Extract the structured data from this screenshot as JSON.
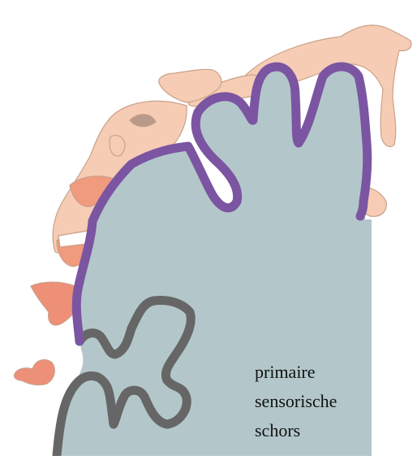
{
  "label": {
    "lines": [
      "primaire",
      "sensorische",
      "schors"
    ]
  },
  "colors": {
    "cortex_fill": "#b3c7ca",
    "sensory_cortex_stroke": "#7b55a2",
    "other_cortex_stroke": "#666666",
    "body_skin": "#f6cdb4",
    "body_outline": "#c9a08a",
    "lips": "#f09a7e",
    "teeth": "#ffffff",
    "inner_organs": "#ee8f78",
    "eye": "#b89a8c"
  },
  "icons": {
    "homunculus": "sensory-homunculus-figure",
    "cortex": "cortex-cross-section"
  }
}
